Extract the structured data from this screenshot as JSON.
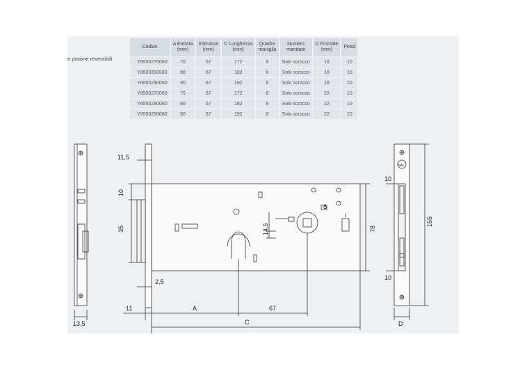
{
  "side_label": "e pistone reversibili",
  "table": {
    "headers": [
      "Codice",
      "A Entrata\n(mm)",
      "Interasse\n(mm)",
      "C Lunghezza\n(mm)",
      "Quadro\nmaniglia",
      "Numero\nmandate",
      "D Frontale\n(mm)",
      "Pezzi"
    ],
    "rows": [
      [
        "Y8500270080",
        "70",
        "67",
        "172",
        "8",
        "Solo scrocco",
        "16",
        "10"
      ],
      [
        "Y8500280080",
        "80",
        "67",
        "182",
        "8",
        "Solo scrocco",
        "16",
        "10"
      ],
      [
        "Y8500290080",
        "90",
        "67",
        "192",
        "8",
        "Solo scrocco",
        "16",
        "10"
      ],
      [
        "Y8500270080",
        "70",
        "67",
        "172",
        "8",
        "Solo scrocco",
        "22",
        "10"
      ],
      [
        "Y8550280080",
        "80",
        "67",
        "182",
        "8",
        "Solo scrocco",
        "22",
        "10"
      ],
      [
        "Y8550290080",
        "90",
        "67",
        "192",
        "8",
        "Solo scrocco",
        "22",
        "10"
      ]
    ]
  },
  "drawing": {
    "dim_11_5": "11,5",
    "dim_10_left": "10",
    "dim_35": "35",
    "dim_2_5": "2,5",
    "dim_11": "11",
    "dim_13_5": "13,5",
    "dim_A": "A",
    "dim_67": "67",
    "dim_C": "C",
    "dim_14_5": "14,5",
    "dim_8": "8",
    "dim_78": "78",
    "dim_10_top": "10",
    "dim_10_bottom": "10",
    "dim_155": "155",
    "dim_D": "D",
    "brand": "Yale"
  }
}
